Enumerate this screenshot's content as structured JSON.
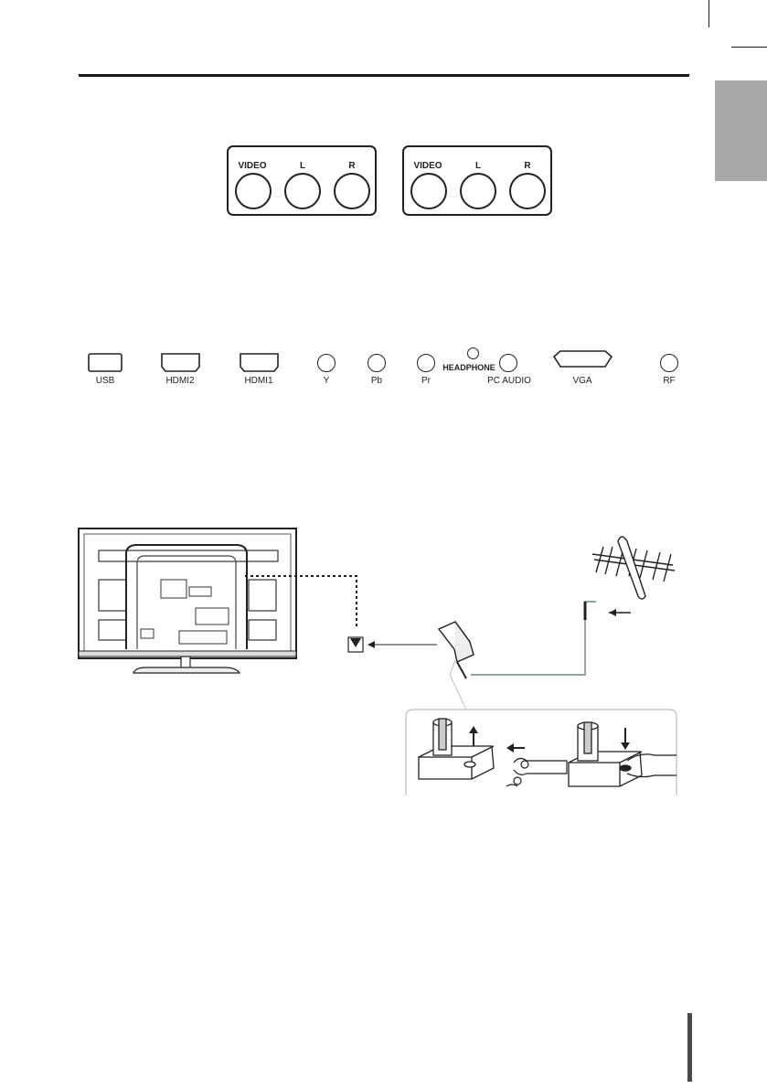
{
  "av_panels": [
    {
      "labels": [
        "VIDEO",
        "L",
        "R"
      ]
    },
    {
      "labels": [
        "VIDEO",
        "L",
        "R"
      ]
    }
  ],
  "ports": {
    "usb": "USB",
    "hdmi2": "HDMI2",
    "hdmi1": "HDMI1",
    "y": "Y",
    "pb": "Pb",
    "pr": "Pr",
    "headphone": "HEADPHONE",
    "pc_audio": "PC AUDIO",
    "vga": "VGA",
    "rf": "RF"
  },
  "icons": {
    "tv": "tv-rear-illustration",
    "antenna": "antenna-icon",
    "adapter": "coax-adapter-icon",
    "plug": "antenna-plug-icon",
    "arrow": "arrow-icon"
  },
  "colors": {
    "line": "#222222",
    "tab": "#a9a9a9",
    "cable_green": "#8ea89a",
    "callout": "#c8c8c8"
  }
}
